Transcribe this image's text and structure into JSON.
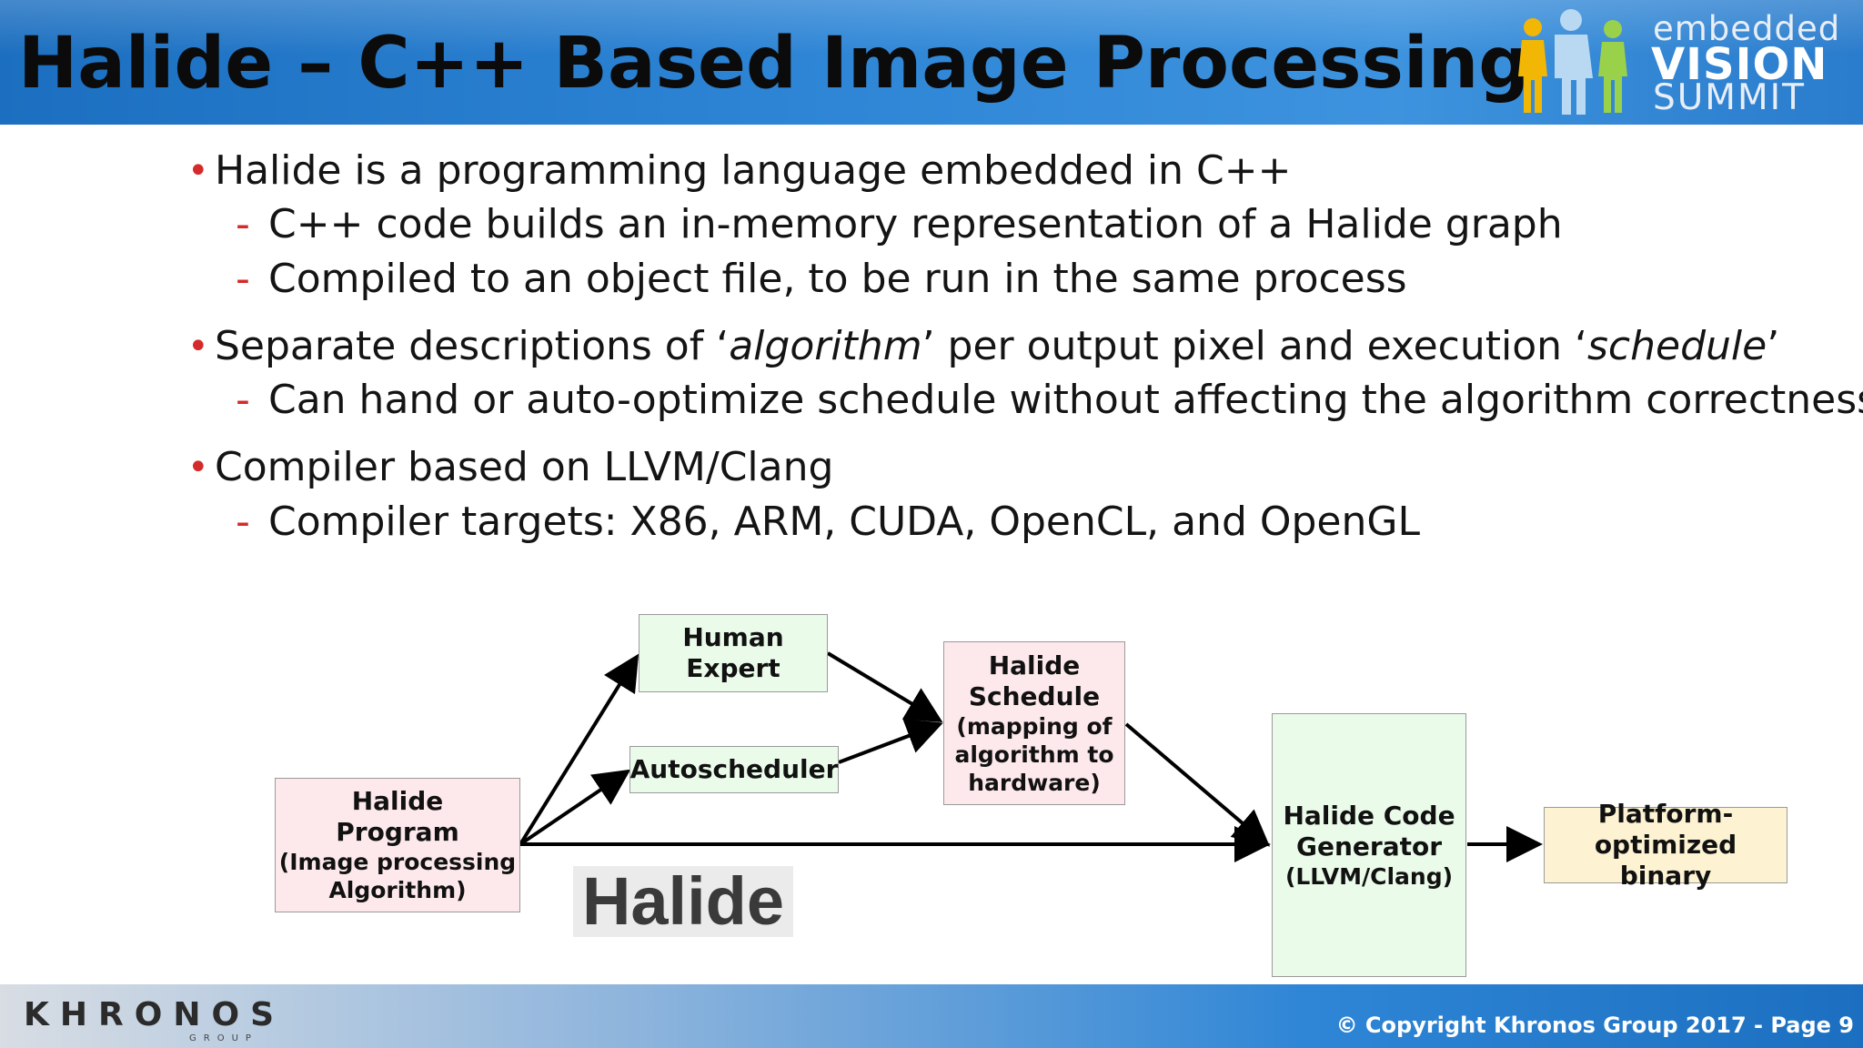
{
  "slide": {
    "title": "Halide – C++ Based Image Processing"
  },
  "logo": {
    "line1": "embedded",
    "line2": "VISION",
    "line3": "SUMMIT"
  },
  "bullets": [
    {
      "text_parts": [
        "Halide is a programming language embedded in C++"
      ],
      "subs": [
        "C++ code builds an in-memory representation of a Halide graph",
        "Compiled to an object file, to be run in the same process"
      ]
    },
    {
      "text_parts": [
        "Separate descriptions of ‘",
        "algorithm",
        "’ per output pixel and execution ‘",
        "schedule",
        "’"
      ],
      "subs": [
        "Can hand or auto-optimize schedule without affecting the algorithm correctness"
      ]
    },
    {
      "text_parts": [
        "Compiler based on LLVM/Clang"
      ],
      "subs": [
        "Compiler targets: X86, ARM, CUDA, OpenCL, and OpenGL"
      ]
    }
  ],
  "diagram": {
    "halide_program": [
      "Halide",
      "Program",
      "(Image processing",
      "Algorithm)"
    ],
    "human_expert": [
      "Human",
      "Expert"
    ],
    "autoscheduler": [
      "Autoscheduler"
    ],
    "halide_schedule": [
      "Halide",
      "Schedule",
      "(mapping of",
      "algorithm to",
      "hardware)"
    ],
    "code_generator": [
      "Halide Code",
      "Generator",
      "(LLVM/Clang)"
    ],
    "binary": [
      "Platform-",
      "optimized binary"
    ],
    "halide_word": "Halide"
  },
  "footer": {
    "khronos": "KHRONOS",
    "group": "GROUP",
    "copyright": "© Copyright Khronos Group 2017 - Page 9"
  },
  "colors": {
    "header_blue": "#2f86d6",
    "bullet_red": "#d52a2a",
    "box_pink": "#fde9ec",
    "box_green": "#eafbea",
    "box_yellow": "#fdf3d2"
  }
}
